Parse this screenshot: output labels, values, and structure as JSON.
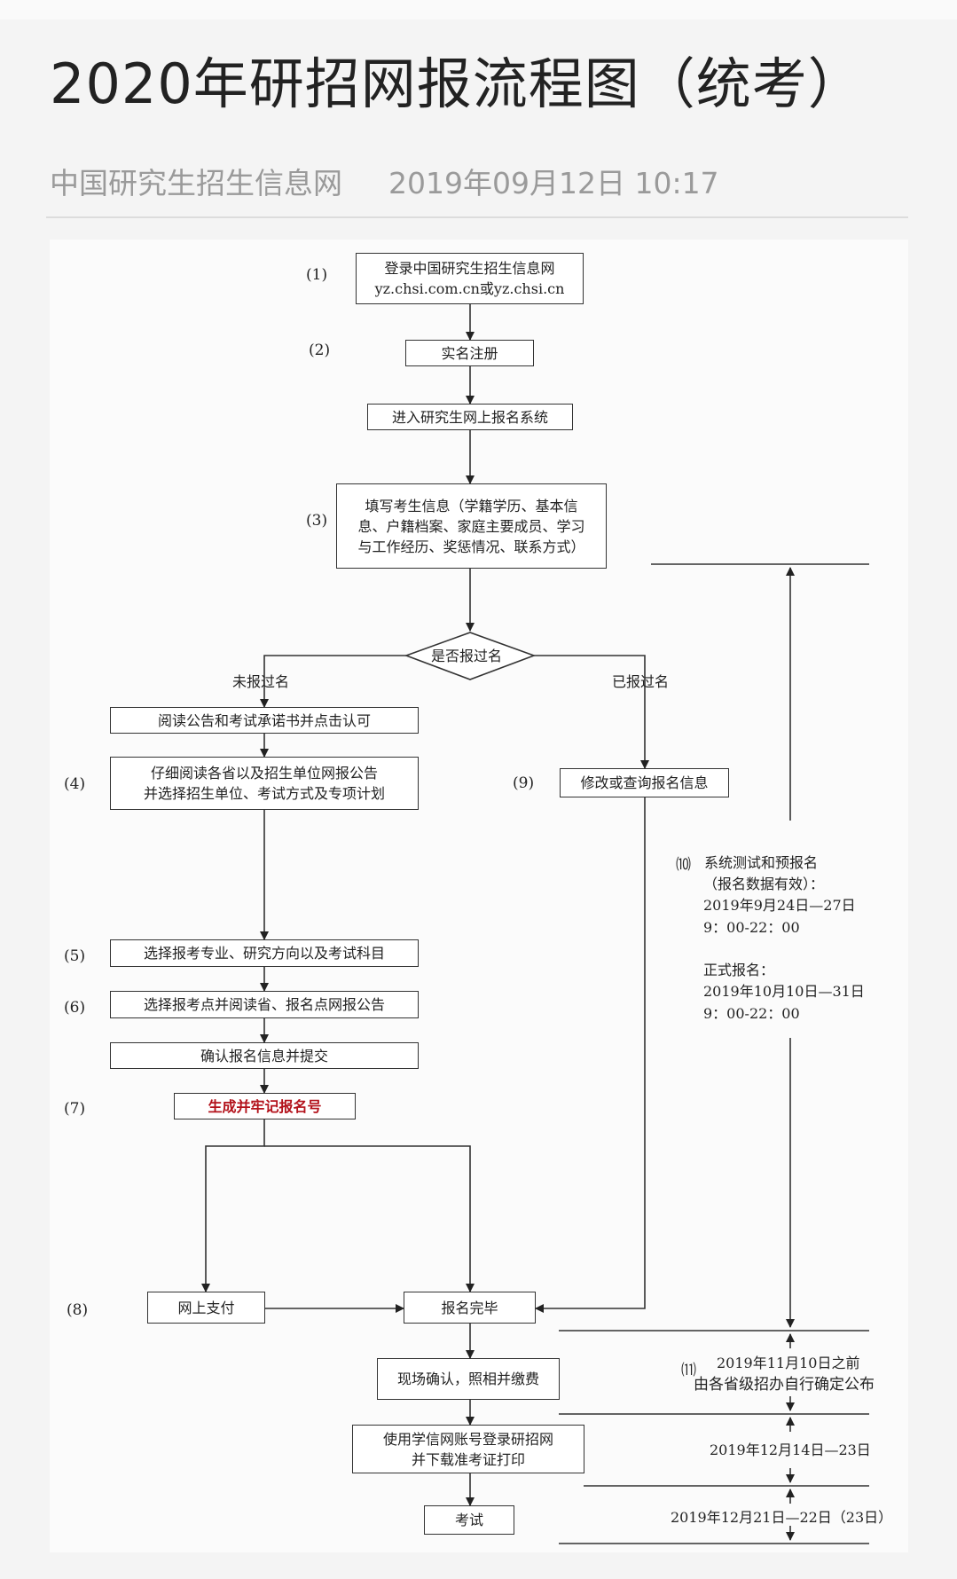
{
  "article": {
    "title": "2020年研招网报流程图（统考）",
    "source": "中国研究生招生信息网",
    "datetime": "2019年09月12日 10:17"
  },
  "flow": {
    "step_numbers": [
      "(1)",
      "(2)",
      "(3)",
      "(4)",
      "(5)",
      "(6)",
      "(7)",
      "(8)",
      "(9)",
      "⑽",
      "⑾"
    ],
    "login_line1": "登录中国研究生招生信息网",
    "login_line2": "yz.chsi.com.cn或yz.chsi.cn",
    "register": "实名注册",
    "enter_system": "进入研究生网上报名系统",
    "fill_info_line1": "填写考生信息（学籍学历、基本信",
    "fill_info_line2": "息、户籍档案、家庭主要成员、学习",
    "fill_info_line3": "与工作经历、奖惩情况、联系方式）",
    "decision": "是否报过名",
    "not_registered": "未报过名",
    "registered": "已报过名",
    "read_notice": "阅读公告和考试承诺书并点击认可",
    "select_unit_line1": "仔细阅读各省以及招生单位网报公告",
    "select_unit_line2": "并选择招生单位、考试方式及专项计划",
    "modify_query": "修改或查询报名信息",
    "select_major": "选择报考专业、研究方向以及考试科目",
    "select_site": "选择报考点并阅读省、报名点网报公告",
    "confirm_submit": "确认报名信息并提交",
    "generate_number": "生成并牢记报名号",
    "online_pay": "网上支付",
    "done": "报名完毕",
    "onsite_confirm": "现场确认，照相并缴费",
    "print_ticket_line1": "使用学信网账号登录研招网",
    "print_ticket_line2": "并下载准考证打印",
    "exam": "考试"
  },
  "timeline": {
    "pre_title": "系统测试和预报名",
    "pre_note": "（报名数据有效）：",
    "pre_dates": "2019年9月24日—27日",
    "pre_time": "9：00-22：00",
    "formal_title": "正式报名：",
    "formal_dates": "2019年10月10日—31日",
    "formal_time": "9：00-22：00",
    "confirm_line1": "2019年11月10日之前",
    "confirm_line2": "由各省级招办自行确定公布",
    "print_dates": "2019年12月14日—23日",
    "exam_dates": "2019年12月21日—22日（23日）"
  },
  "colors": {
    "background": "#f4f4f4",
    "panel": "#fbfbfb",
    "title": "#222222",
    "meta": "#9a9a9a",
    "highlight": "#b3121b"
  }
}
